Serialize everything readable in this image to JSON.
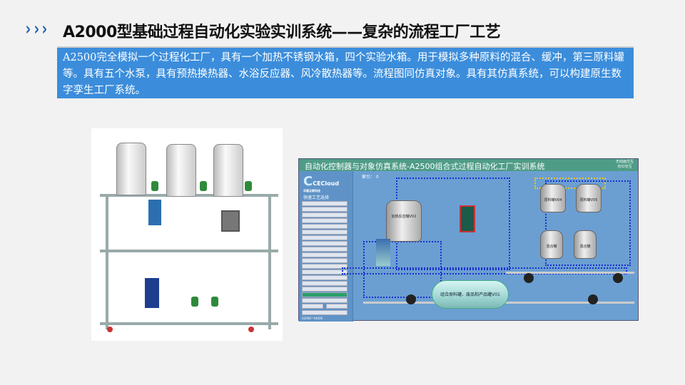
{
  "header": {
    "title": "A2000型基础过程自动化实验实训系统——复杂的流程工厂工艺",
    "chevrons": "›››"
  },
  "description": "A2500完全模拟一个过程化工厂，具有一个加热不锈钢水箱，四个实验水箱。用于模拟多种原料的混合、缓冲，第三原料罐等。具有五个水泵，具有预热换热器、水浴反应器、风冷散热器等。流程图同仿真对象。具有其仿真系统，可以构建原生数字孪生工厂系统。",
  "scada": {
    "title": "自动化控制器与对象仿真系统-A2500组合式过程自动化工厂实训系统",
    "mode_lines": [
      "无动画交互",
      "无IO交互"
    ],
    "logo": "CECloud",
    "logo_sub": "华惠云联科技",
    "quick_select": "快速工艺选择",
    "index_label": "索引： 0",
    "vessels": [
      "原料罐V04",
      "原料罐V05",
      "混合罐",
      "混合罐",
      "加热反应罐V02"
    ],
    "big_tank": "组合原料罐、废品和产品罐V01",
    "footer": "A2000^A4000"
  }
}
